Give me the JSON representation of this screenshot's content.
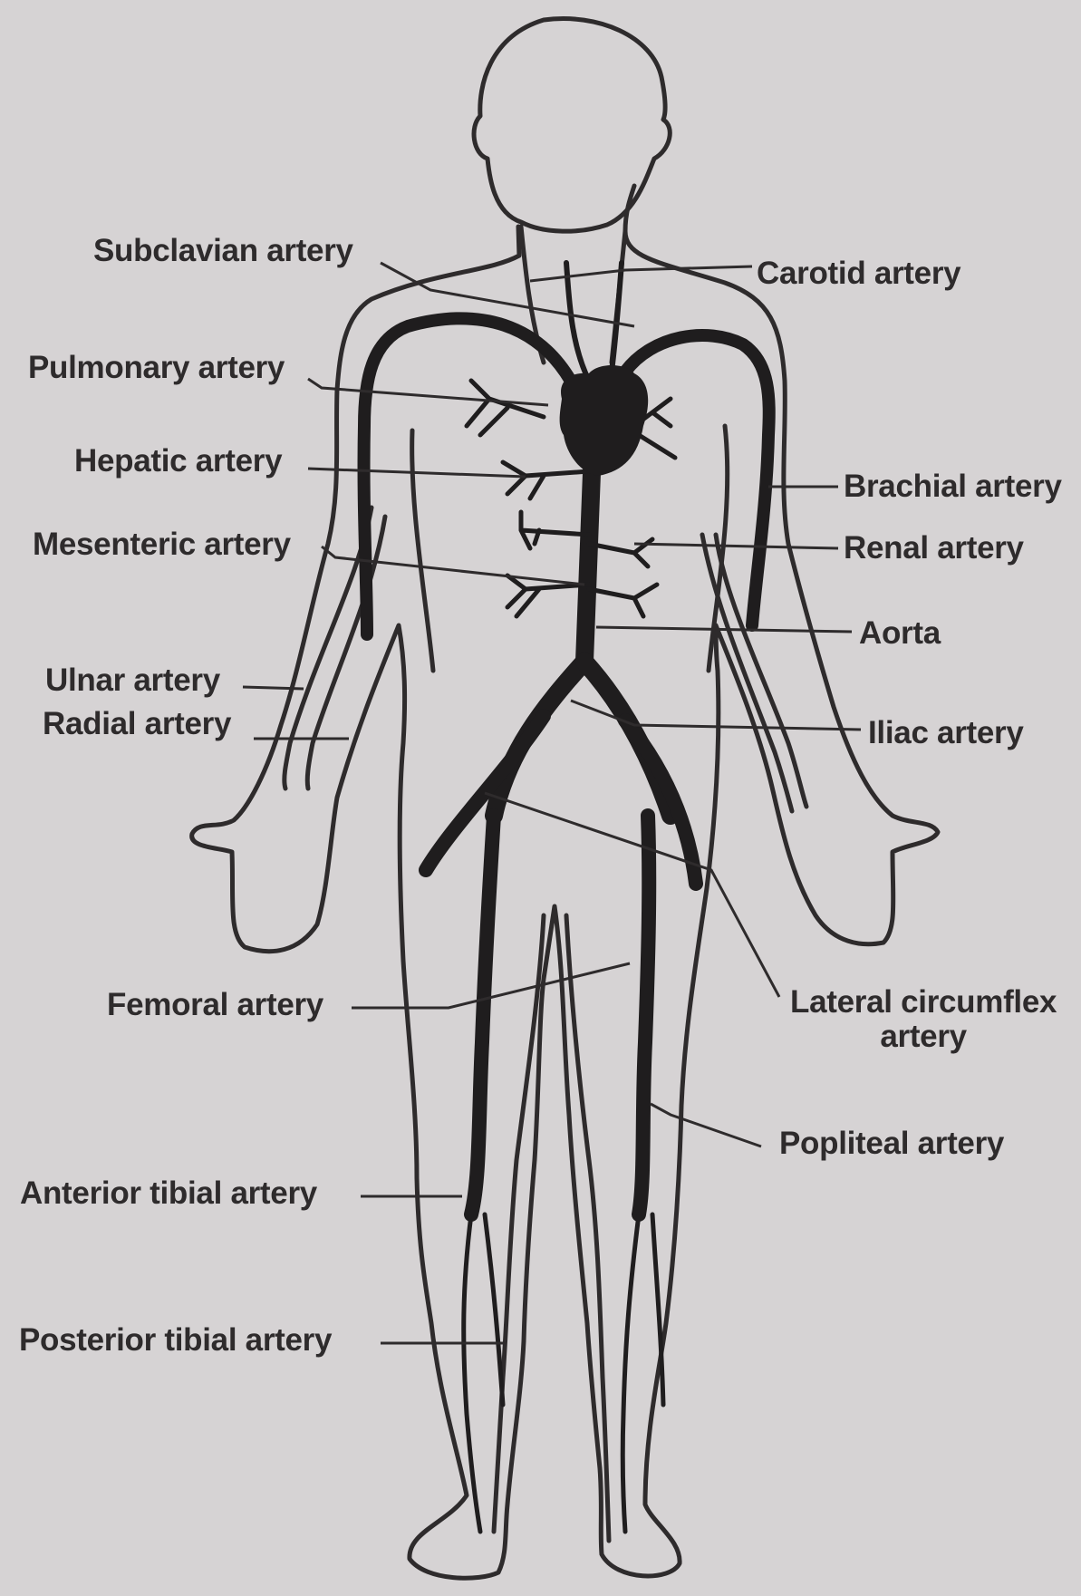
{
  "diagram": {
    "colors": {
      "background": "#d6d3d4",
      "ink": "#2e2b2c",
      "vessel": "#1f1d1e"
    },
    "labels": {
      "subclavian": "Subclavian artery",
      "carotid": "Carotid artery",
      "pulmonary": "Pulmonary artery",
      "hepatic": "Hepatic artery",
      "brachial": "Brachial artery",
      "mesenteric": "Mesenteric artery",
      "renal": "Renal artery",
      "aorta": "Aorta",
      "ulnar": "Ulnar artery",
      "radial": "Radial artery",
      "iliac": "Iliac artery",
      "femoral": "Femoral artery",
      "lateral_circumflex_line1": "Lateral circumflex",
      "lateral_circumflex_line2": "artery",
      "popliteal": "Popliteal artery",
      "anterior_tibial": "Anterior tibial artery",
      "posterior_tibial": "Posterior tibial artery"
    }
  }
}
